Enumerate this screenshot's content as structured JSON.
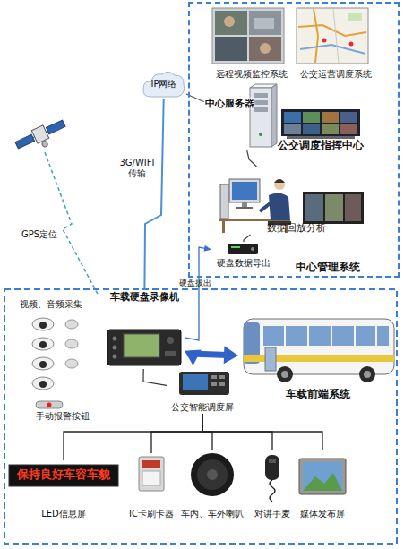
{
  "diagram": {
    "nodes": [
      {
        "text": [
          "中心管理系统"
        ]
      },
      {
        "text": [
          "远程视频监控系统"
        ],
        "in": 0
      },
      {
        "text": [
          "公交运营调度系统"
        ],
        "in": 0
      },
      {
        "text": [
          "中心服务器"
        ],
        "in": 0
      },
      {
        "text": [
          "公交调度指挥中心"
        ],
        "in": 0
      },
      {
        "text": [
          "数据回放分析"
        ],
        "in": 0
      },
      {
        "text": [
          "硬盘数据导出"
        ],
        "in": 0
      },
      {
        "text": [
          "IP网络"
        ]
      },
      {
        "text": [
          "车载硬盘录像机"
        ]
      },
      {
        "text": [
          "视频、音频采集"
        ]
      },
      {
        "text": [
          "手动报警按钮"
        ]
      },
      {
        "text": [
          "车载前端系统"
        ]
      },
      {
        "text": [
          "公交智能调度屏"
        ]
      },
      {
        "text": [
          "保持良好车容车貌",
          "LED信息屏"
        ]
      },
      {
        "text": [
          "IC卡刷卡器"
        ]
      },
      {
        "text": [
          "车内、车外喇叭"
        ]
      },
      {
        "text": [
          "对讲手麦"
        ]
      },
      {
        "text": [
          "媒体发布屏"
        ]
      }
    ],
    "edges": [
      {
        "from": 7,
        "to": 3,
        "arrow": "none"
      },
      {
        "from": 8,
        "to": 7,
        "label": "3G/WIFI 传输",
        "arrow": "none"
      },
      {
        "from": 3,
        "to": 5,
        "arrow": "none"
      },
      {
        "from": 5,
        "to": 6,
        "arrow": "none"
      },
      {
        "from": 8,
        "to": 6,
        "label": "硬盘拔出",
        "arrow": "to"
      },
      {
        "from": 8,
        "to": 11,
        "arrow": "both"
      },
      {
        "from": 8,
        "to": 12,
        "arrow": "none"
      },
      {
        "from": 12,
        "to": 13,
        "arrow": "none"
      },
      {
        "from": 12,
        "to": 14,
        "arrow": "none"
      },
      {
        "from": 12,
        "to": 15,
        "arrow": "none"
      },
      {
        "from": 12,
        "to": 16,
        "arrow": "none"
      },
      {
        "from": 12,
        "to": 17,
        "arrow": "none"
      }
    ],
    "labels": [
      "GPS定位"
    ]
  }
}
